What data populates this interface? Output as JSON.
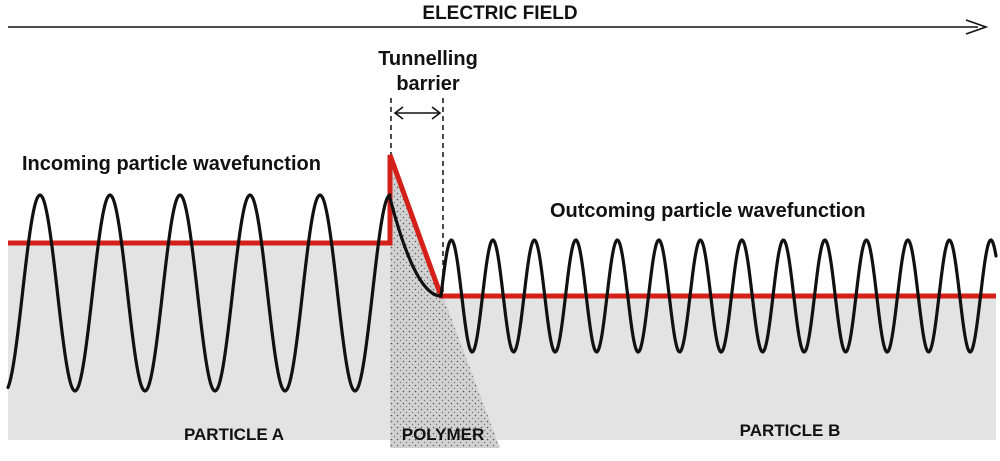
{
  "labels": {
    "field": "ELECTRIC FIELD",
    "barrier_line1": "Tunnelling",
    "barrier_line2": "barrier",
    "incoming": "Incoming particle wavefunction",
    "outgoing": "Outcoming particle wavefunction",
    "particle_a": "PARTICLE A",
    "polymer": "POLYMER",
    "particle_b": "PARTICLE B"
  },
  "colors": {
    "background": "#ffffff",
    "region_fill": "#e3e3e3",
    "wave": "#111111",
    "potential": "#d42018",
    "polymer_fill": "#d2d2d2",
    "polymer_dots": "#555555"
  },
  "icons": {
    "field_arrow": "right-arrow-icon",
    "barrier_width": "double-arrow-icon"
  }
}
